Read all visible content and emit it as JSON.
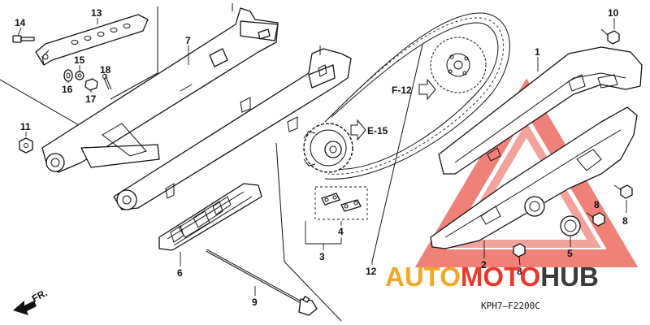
{
  "diagram": {
    "callouts": [
      {
        "id": "1",
        "label": "1"
      },
      {
        "id": "2",
        "label": "2"
      },
      {
        "id": "3",
        "label": "3"
      },
      {
        "id": "4",
        "label": "4"
      },
      {
        "id": "5",
        "label": "5"
      },
      {
        "id": "6",
        "label": "6"
      },
      {
        "id": "7",
        "label": "7"
      },
      {
        "id": "8a",
        "label": "8"
      },
      {
        "id": "8b",
        "label": "8"
      },
      {
        "id": "8c",
        "label": "8"
      },
      {
        "id": "9",
        "label": "9"
      },
      {
        "id": "10",
        "label": "10"
      },
      {
        "id": "11",
        "label": "11"
      },
      {
        "id": "12",
        "label": "12"
      },
      {
        "id": "13",
        "label": "13"
      },
      {
        "id": "14",
        "label": "14"
      },
      {
        "id": "15",
        "label": "15"
      },
      {
        "id": "16",
        "label": "16"
      },
      {
        "id": "17",
        "label": "17"
      },
      {
        "id": "18",
        "label": "18"
      }
    ],
    "references": [
      {
        "id": "f12",
        "label": "F-12"
      },
      {
        "id": "e15",
        "label": "E-15"
      }
    ],
    "front_marker": "FR.",
    "diagram_code": "KPH7–F2200C",
    "watermark": {
      "part1": "AUTO",
      "part2": "MOTO",
      "part3": "HUB",
      "color_primary": "#e8392c",
      "color_secondary": "#f5a623",
      "color_dark": "#3a3a3a"
    }
  }
}
